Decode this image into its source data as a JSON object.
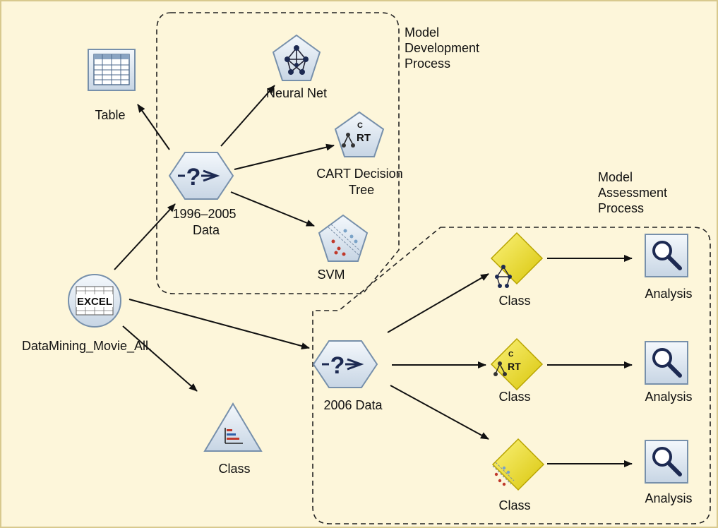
{
  "groups": {
    "development": {
      "label": [
        "Model",
        "Development",
        "Process"
      ]
    },
    "assessment": {
      "label": [
        "Model",
        "Assessment",
        "Process"
      ]
    }
  },
  "nodes": {
    "table": {
      "label": [
        "Table"
      ],
      "icon": "table-icon"
    },
    "neural_net": {
      "label": [
        "Neural Net"
      ],
      "icon": "neural-net-icon"
    },
    "cart": {
      "label": [
        "CART Decision",
        "Tree"
      ],
      "icon": "cart-tree-icon",
      "badge": "RT",
      "badge_c": "C"
    },
    "filter_1996": {
      "label": [
        "1996–2005",
        "Data"
      ],
      "icon": "select-filter-icon"
    },
    "svm": {
      "label": [
        "SVM"
      ],
      "icon": "svm-icon"
    },
    "excel_source": {
      "label": [
        "DataMining_Movie_All."
      ],
      "icon": "excel-source-icon",
      "badge": "EXCEL"
    },
    "class_distribution": {
      "label": [
        "Class"
      ],
      "icon": "distribution-chart-icon"
    },
    "filter_2006": {
      "label": [
        "2006 Data"
      ],
      "icon": "select-filter-icon"
    },
    "nn_class": {
      "label": [
        "Class"
      ],
      "icon": "neural-net-model-nugget-icon"
    },
    "cart_class": {
      "label": [
        "Class"
      ],
      "icon": "cart-model-nugget-icon",
      "badge": "RT",
      "badge_c": "C"
    },
    "svm_class": {
      "label": [
        "Class"
      ],
      "icon": "svm-model-nugget-icon"
    },
    "analysis_1": {
      "label": [
        "Analysis"
      ],
      "icon": "magnifier-analysis-icon"
    },
    "analysis_2": {
      "label": [
        "Analysis"
      ],
      "icon": "magnifier-analysis-icon"
    },
    "analysis_3": {
      "label": [
        "Analysis"
      ],
      "icon": "magnifier-analysis-icon"
    }
  },
  "colors": {
    "background": "#fdf6da",
    "border": "#d8c98e",
    "node_fill": "#dfe8f2",
    "node_stroke": "#7790ab",
    "nugget": "#f2e21a",
    "arrow": "#111111"
  }
}
